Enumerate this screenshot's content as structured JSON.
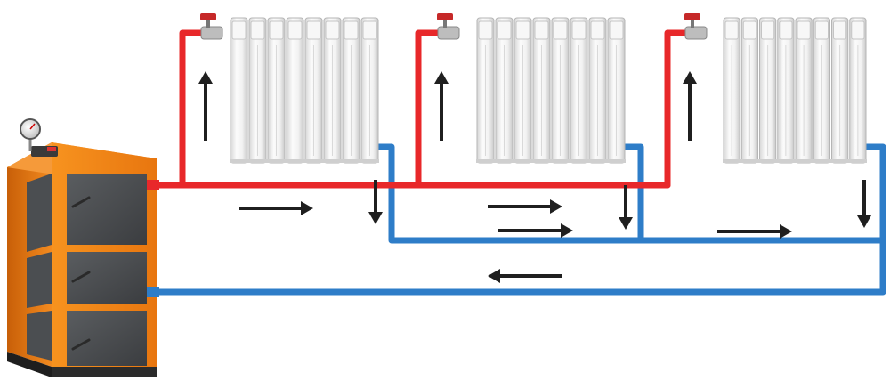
{
  "colors": {
    "background": "#ffffff",
    "supply_pipe": "#e8282a",
    "return_pipe": "#2e7dc8",
    "arrow": "#1f1f1f",
    "boiler_body": "#f07d14",
    "boiler_door": "#4a4d50",
    "radiator": "#ececec",
    "valve": "#c62828"
  },
  "icons": {
    "boiler": "solid-fuel-boiler-icon",
    "gauge": "pressure-gauge-icon",
    "valve": "radiator-valve-icon"
  },
  "diagram": {
    "boiler_count": 1,
    "radiator_count": 3,
    "flow_arrows": [
      {
        "id": "riser-1",
        "direction": "up"
      },
      {
        "id": "riser-2",
        "direction": "up"
      },
      {
        "id": "riser-3",
        "direction": "up"
      },
      {
        "id": "drop-1",
        "direction": "down"
      },
      {
        "id": "drop-2",
        "direction": "down"
      },
      {
        "id": "drop-3",
        "direction": "down"
      },
      {
        "id": "flow-1",
        "direction": "right"
      },
      {
        "id": "flow-2a",
        "direction": "right"
      },
      {
        "id": "flow-2b",
        "direction": "right"
      },
      {
        "id": "flow-3",
        "direction": "right"
      },
      {
        "id": "return",
        "direction": "left"
      }
    ]
  }
}
